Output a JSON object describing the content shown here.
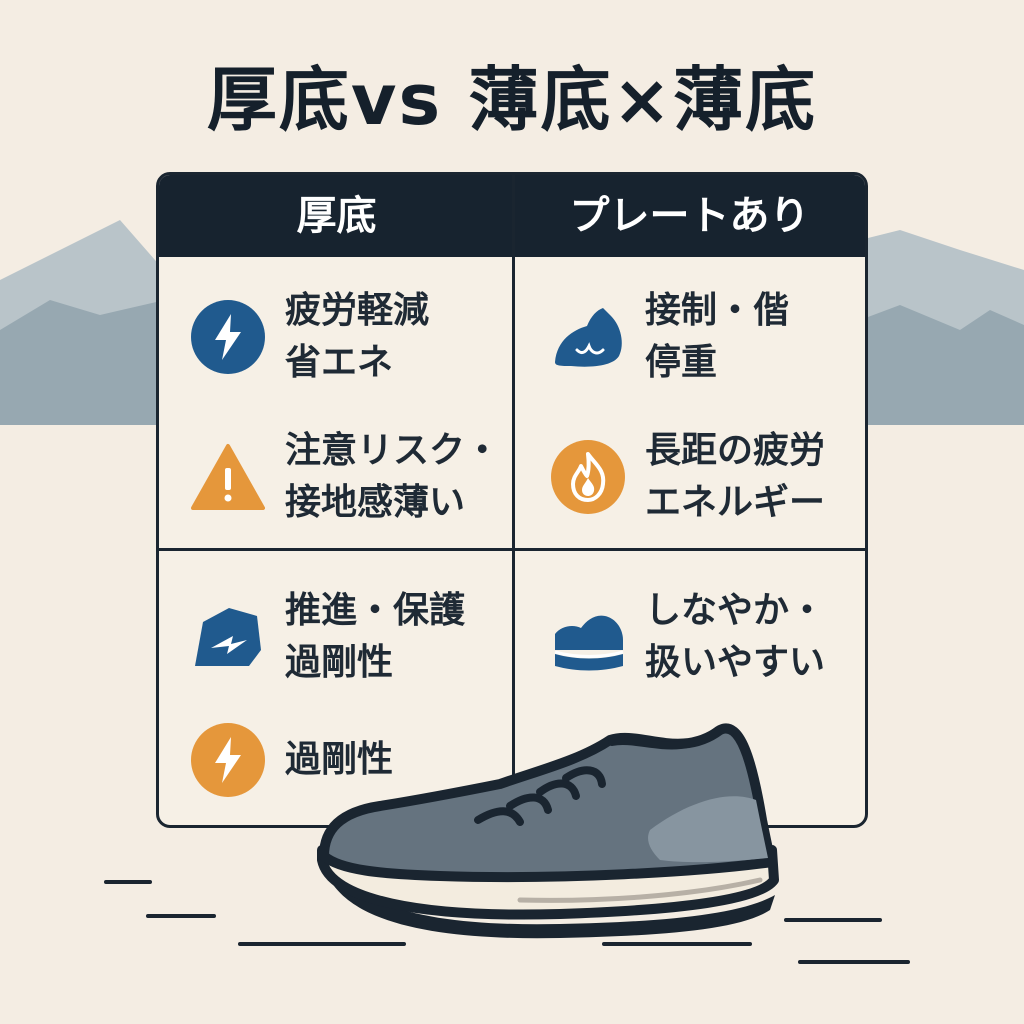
{
  "title": "厚底vs 薄底×薄底",
  "table": {
    "headers": [
      "厚底",
      "プレートあり"
    ],
    "cells": [
      {
        "icon": "lightning-badge-icon",
        "color": "#205a8e",
        "lines": [
          "疲労軽減",
          "省エネ"
        ]
      },
      {
        "icon": "foot-shape-icon",
        "color": "#205a8e",
        "lines": [
          "接制・偕",
          "停重"
        ]
      },
      {
        "icon": "warning-triangle-icon",
        "color": "#e5973b",
        "lines": [
          "注意リスク・",
          "接地感薄い"
        ]
      },
      {
        "icon": "flame-badge-icon",
        "color": "#e5973b",
        "lines": [
          "長距の疲労",
          "エネルギー"
        ]
      },
      {
        "icon": "rock-arrow-icon",
        "color": "#205a8e",
        "lines": [
          "推進・保護",
          "過剛性"
        ]
      },
      {
        "icon": "flexible-sole-icon",
        "color": "#205a8e",
        "lines": [
          "しなやか・",
          "扱いやすい"
        ]
      },
      {
        "icon": "lightning-badge-orange-icon",
        "color": "#e5973b",
        "lines": [
          "過剛性"
        ]
      }
    ]
  },
  "colors": {
    "background": "#f4ede3",
    "dark": "#17232f",
    "blue": "#205a8e",
    "orange": "#e5973b",
    "mountain": "#98a9b2",
    "shoe": "#65737f"
  }
}
